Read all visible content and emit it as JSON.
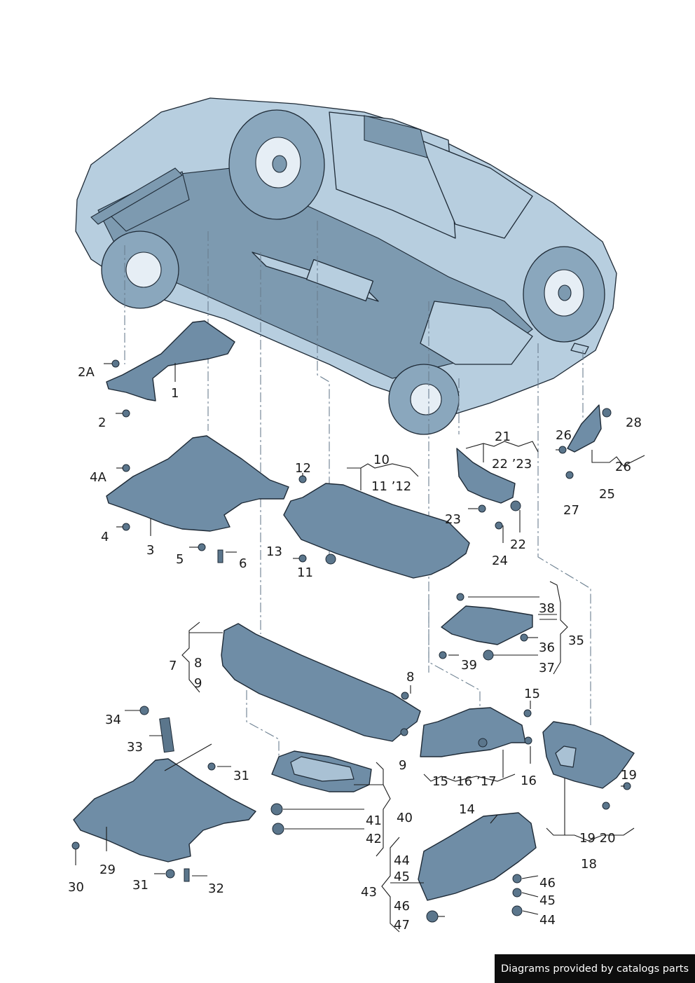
{
  "labels": {
    "l2A": "2A",
    "l1": "1",
    "l2": "2",
    "l4A": "4A",
    "l4": "4",
    "l3": "3",
    "l5": "5",
    "l6": "6",
    "l12": "12",
    "l13": "13",
    "l11": "11",
    "l10": "10",
    "l11_12": "11 ’12",
    "l21": "21",
    "l22_23": "22 ’23",
    "l23": "23",
    "l24": "24",
    "l22": "22",
    "l26a": "26",
    "l26b": "26",
    "l28": "28",
    "l25": "25",
    "l27": "27",
    "l38": "38",
    "l36": "36",
    "l35": "35",
    "l39": "39",
    "l37": "37",
    "l7": "7",
    "l8a": "8",
    "l9a": "9",
    "l8b": "8",
    "l9b": "9",
    "l15": "15",
    "l15_16_17": "15 ’16 ’17",
    "l16": "16",
    "l19": "19",
    "l19_20": "19 20",
    "l18": "18",
    "l34": "34",
    "l33": "33",
    "l31a": "31",
    "l29": "29",
    "l30": "30",
    "l31b": "31",
    "l32": "32",
    "l41": "41",
    "l40": "40",
    "l42": "42",
    "l14": "14",
    "l44a": "44",
    "l45a": "45",
    "l43": "43",
    "l46a": "46",
    "l47": "47",
    "l46b": "46",
    "l45b": "45",
    "l44b": "44"
  },
  "watermark": "Diagrams provided by catalogs parts",
  "colors": {
    "part": "#6f8da6",
    "car_body": "#b7cedf",
    "outline": "#1e2a36",
    "leader": "#1a1a1a",
    "watermark_bg": "#0d0d0d"
  }
}
